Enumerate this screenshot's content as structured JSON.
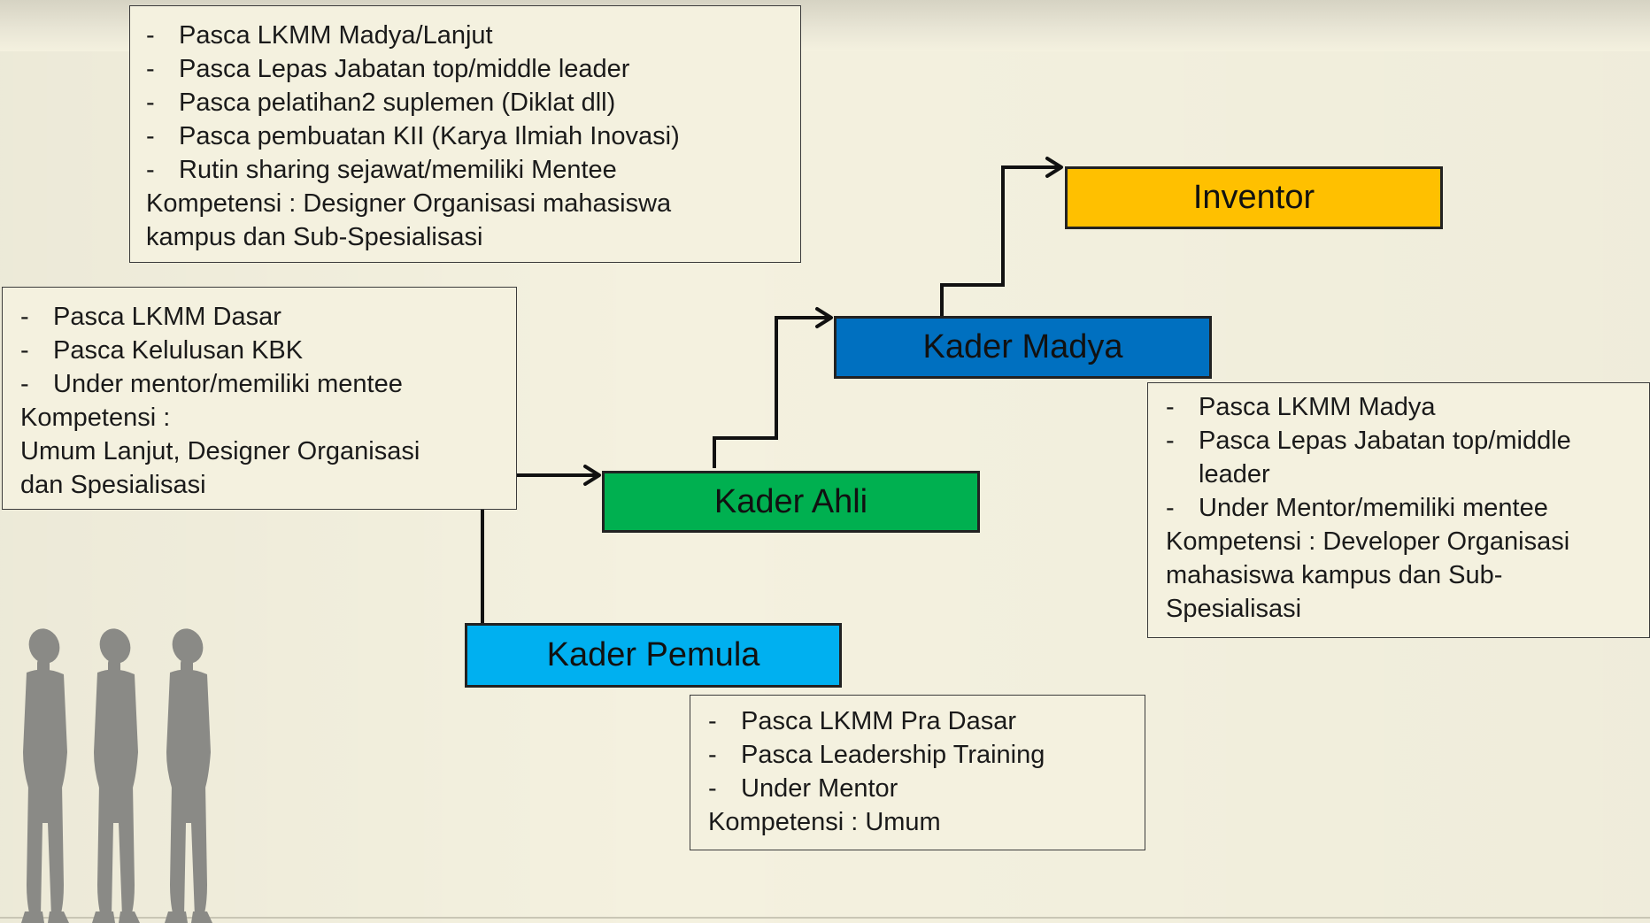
{
  "stages": {
    "pemula": {
      "label": "Kader Pemula",
      "color": "#00b0f0"
    },
    "ahli": {
      "label": "Kader Ahli",
      "color": "#00b050"
    },
    "madya": {
      "label": "Kader Madya",
      "color": "#0070c0"
    },
    "inventor": {
      "label": "Inventor",
      "color": "#ffc000"
    }
  },
  "boxes": {
    "top": {
      "items": [
        "Pasca LKMM Madya/Lanjut",
        "Pasca Lepas Jabatan top/middle leader",
        "Pasca pelatihan2 suplemen (Diklat dll)",
        "Pasca pembuatan KII (Karya Ilmiah Inovasi)",
        "Rutin sharing sejawat/memiliki Mentee"
      ],
      "komp": [
        "Kompetensi : Designer Organisasi mahasiswa",
        "kampus dan Sub-Spesialisasi"
      ]
    },
    "left": {
      "items": [
        "Pasca LKMM Dasar",
        "Pasca Kelulusan KBK",
        "Under mentor/memiliki mentee"
      ],
      "komp": [
        "Kompetensi :",
        "Umum Lanjut, Designer Organisasi",
        "dan Spesialisasi"
      ]
    },
    "right": {
      "items": [
        "Pasca LKMM Madya",
        "Pasca Lepas Jabatan top/middle leader",
        "Under Mentor/memiliki mentee"
      ],
      "komp": [
        "Kompetensi : Developer Organisasi",
        "mahasiswa kampus dan Sub-",
        "Spesialisasi"
      ]
    },
    "bottom": {
      "items": [
        "Pasca LKMM Pra Dasar",
        "Pasca Leadership Training",
        "Under Mentor"
      ],
      "komp": [
        "Kompetensi : Umum"
      ]
    }
  },
  "decor": {
    "figures_color": "#8a8a86",
    "arrow_color": "#111111",
    "people_icon": "standing-people-silhouettes-icon"
  }
}
